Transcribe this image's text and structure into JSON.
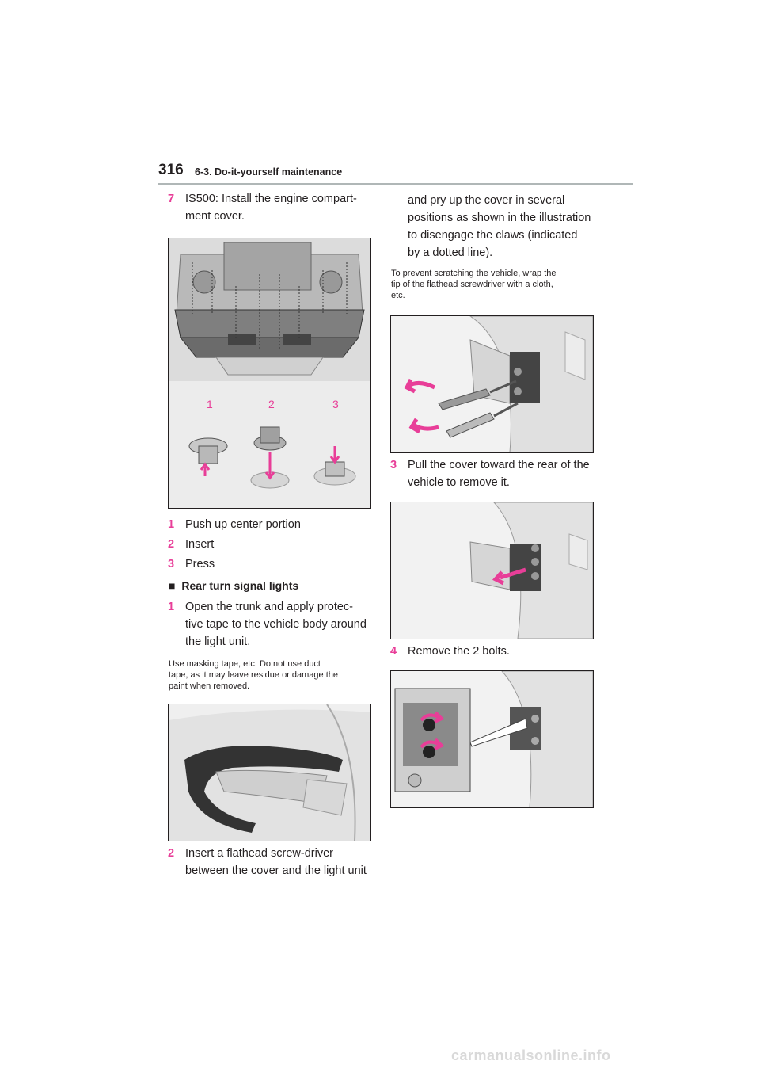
{
  "header": {
    "page_number": "316",
    "section": "6-3. Do-it-yourself maintenance"
  },
  "left": {
    "step7": {
      "num": "7",
      "line1": "IS500: Install the engine compart-",
      "line2": "ment cover."
    },
    "figure1": {
      "labels": [
        "1",
        "2",
        "3"
      ]
    },
    "legend": [
      {
        "num": "1",
        "text": "Push up center portion"
      },
      {
        "num": "2",
        "text": "Insert"
      },
      {
        "num": "3",
        "text": "Press"
      }
    ],
    "heading": {
      "bullet": "■",
      "text": "Rear turn signal lights"
    },
    "step1": {
      "num": "1",
      "line1": "Open the trunk and apply protec-",
      "line2": "tive tape to the vehicle body around",
      "line3": "the light unit."
    },
    "note1": {
      "line1": "Use masking tape, etc. Do not use duct",
      "line2": "tape, as it may leave residue or damage the",
      "line3": "paint when removed."
    },
    "step2": {
      "num": "2",
      "line1": "Insert a flathead screw-driver",
      "line2": "between the cover and the light unit"
    }
  },
  "right": {
    "cont": {
      "line1": "and pry up the cover in several",
      "line2": "positions as shown in the illustration",
      "line3": "to disengage the claws (indicated",
      "line4": "by a dotted line)."
    },
    "note2": {
      "line1": "To prevent scratching the vehicle, wrap the",
      "line2": "tip of the flathead screwdriver with a cloth,",
      "line3": "etc."
    },
    "step3": {
      "num": "3",
      "line1": "Pull the cover toward the rear of the",
      "line2": "vehicle to remove it."
    },
    "step4": {
      "num": "4",
      "line1": "Remove the 2 bolts."
    }
  },
  "watermark": "carmanualsonline.info",
  "colors": {
    "accent": "#e83e98",
    "rule": "#b0b7b7",
    "text": "#231f20"
  }
}
